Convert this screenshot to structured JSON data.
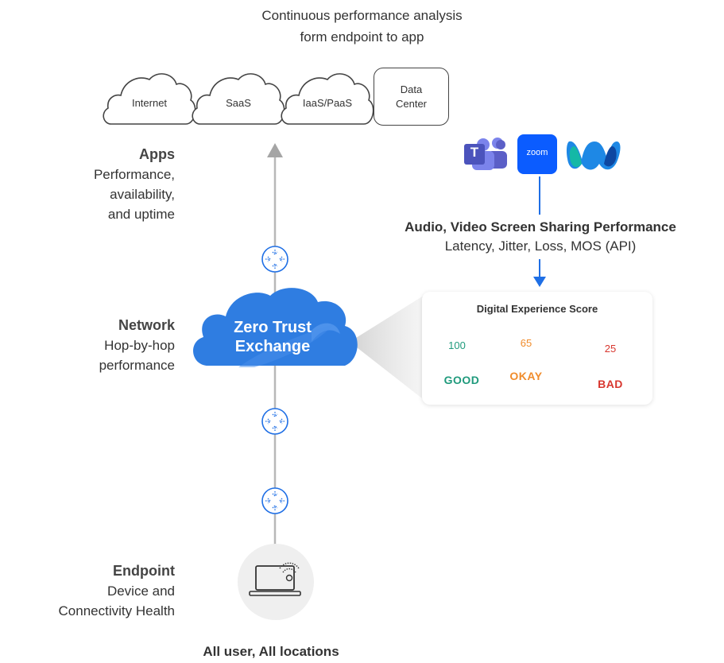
{
  "header": {
    "line1": "Continuous performance analysis",
    "line2": "form endpoint to app"
  },
  "destinations": [
    {
      "label": "Internet",
      "shape": "cloud"
    },
    {
      "label": "SaaS",
      "shape": "cloud"
    },
    {
      "label": "IaaS/PaaS",
      "shape": "cloud"
    },
    {
      "label_line1": "Data",
      "label_line2": "Center",
      "shape": "box"
    }
  ],
  "layers": {
    "apps": {
      "title": "Apps",
      "lines": [
        "Performance,",
        "availability,",
        "and uptime"
      ]
    },
    "network": {
      "title": "Network",
      "lines": [
        "Hop-by-hop",
        "performance"
      ]
    },
    "endpoint": {
      "title": "Endpoint",
      "lines": [
        "Device and",
        "Connectivity Health"
      ]
    }
  },
  "exchange": {
    "line1": "Zero Trust",
    "line2": "Exchange",
    "color": "#2f7de1"
  },
  "collab_apps": [
    {
      "icon": "teams-icon",
      "label": "T",
      "color": "#5b5fc7"
    },
    {
      "icon": "zoom-icon",
      "label": "zoom",
      "color": "#0b5cff"
    },
    {
      "icon": "webex-icon",
      "label": "",
      "color": "#1e88e5"
    }
  ],
  "audio": {
    "title": "Audio, Video Screen Sharing Performance",
    "subtitle": "Latency, Jitter, Loss, MOS (API)"
  },
  "score_card": {
    "title": "Digital Experience Score",
    "scores": [
      {
        "value": "100",
        "status": "GOOD",
        "fraction": 1.0,
        "color": "#1f9a7c",
        "track": "#c9e7de"
      },
      {
        "value": "65",
        "status": "OKAY",
        "fraction": 0.65,
        "color": "#f08c2c",
        "track": "#fbd9b5"
      },
      {
        "value": "25",
        "status": "BAD",
        "fraction": 0.25,
        "color": "#d8372f",
        "track": "#f3c2bd"
      }
    ]
  },
  "footer": "All user, All locations",
  "colors": {
    "line": "#b8b8b8",
    "arrow": "#a5a5a5",
    "blue": "#1f6fe5"
  }
}
